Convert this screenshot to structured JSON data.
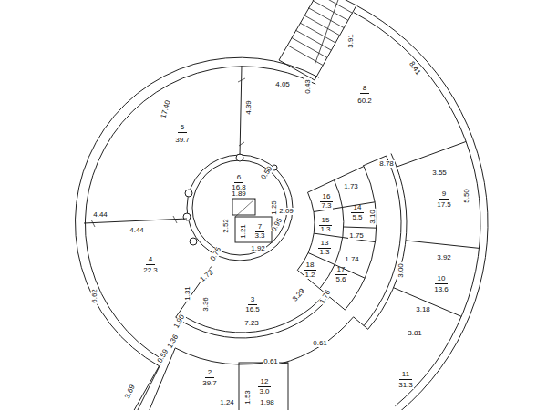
{
  "diagram": {
    "labels": [
      "3.91",
      "8.41",
      "0.43",
      "8",
      "60.2",
      "4.05",
      "4.39",
      "17.40",
      "5",
      "39.7",
      "0.50",
      "6",
      "16.8",
      "1.89",
      "8.78",
      "3.55",
      "5.50",
      "9",
      "17.5",
      "16",
      "7.3",
      "1.73",
      "14",
      "5.5",
      "3.10",
      "2.09",
      "1.25",
      "0.95",
      "2.52",
      "7",
      "3.3",
      "1.21",
      "1.92",
      "15",
      "1.3",
      "13",
      "1.3",
      "1.75",
      "1.74",
      "3.92",
      "3.00",
      "10",
      "13.6",
      "4.44",
      "4.44",
      "0.75",
      "4",
      "22.3",
      "6.62",
      "1.72",
      "18",
      "1.2",
      "17",
      "5.6",
      "3.29",
      "1.76",
      "1.31",
      "3.36",
      "3",
      "16.5",
      "7.23",
      "3.18",
      "3.81",
      "1.90",
      "0.61",
      "1.36",
      "0.59",
      "0.61",
      "2",
      "39.7",
      "12",
      "3.0",
      "1.53",
      "1.98",
      "1.24",
      "3.69",
      "11",
      "31.3"
    ]
  }
}
